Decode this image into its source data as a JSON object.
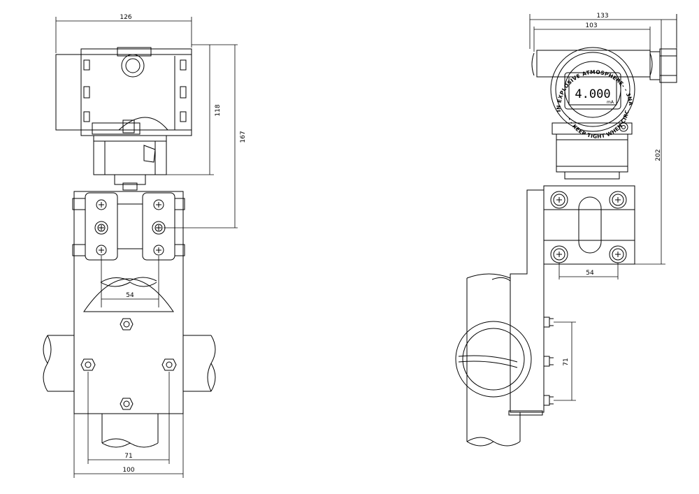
{
  "left_view": {
    "dims": {
      "width_top": "126",
      "height_upper": "118",
      "height_total": "167",
      "bolt_spacing": "54",
      "pipe_spacing": "71",
      "bracket_width": "100"
    }
  },
  "right_view": {
    "dims": {
      "width_total": "133",
      "width_housing": "103",
      "height_total": "202",
      "bolt_spacing": "54",
      "bracket_spacing": "71"
    },
    "display": {
      "reading": "4.000",
      "unit": "mA",
      "ring_top": "IN EXPLOSIVE ATMOSPHERE- - 3NA CIRCUITAL",
      "ring_bottom": "- - KEEP TIGHT WHEN CIRCUIT"
    }
  },
  "colors": {
    "line": "#000000",
    "background": "#ffffff"
  }
}
